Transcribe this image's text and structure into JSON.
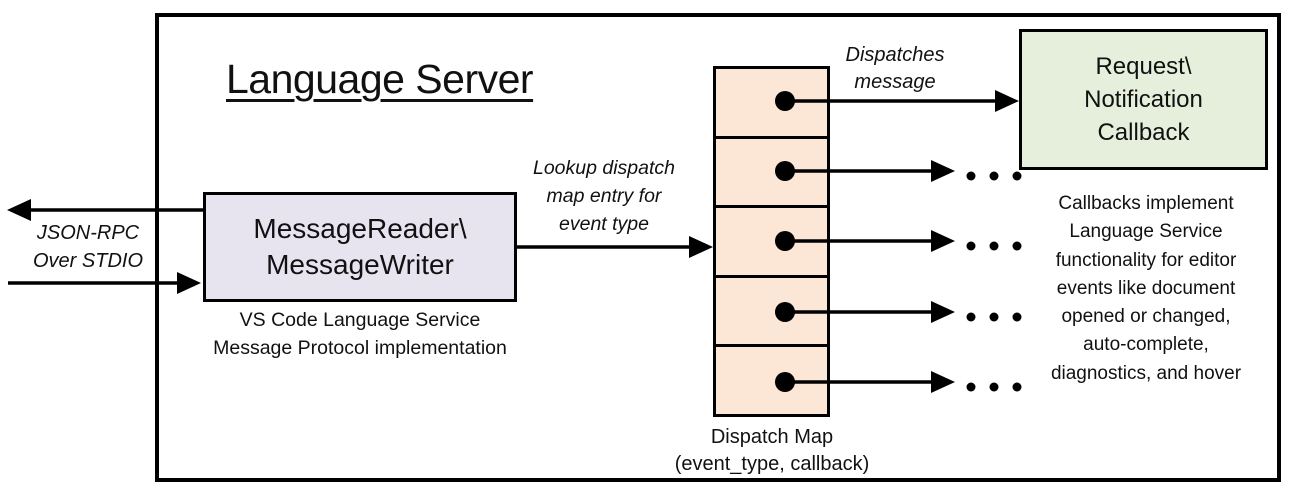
{
  "diagram": {
    "title": "Language Server",
    "io_label": "JSON-RPC\nOver STDIO",
    "message_box_label": "MessageReader\\\nMessageWriter",
    "message_box_caption": "VS Code Language Service\nMessage Protocol implementation",
    "lookup_label": "Lookup dispatch\nmap entry for\nevent type",
    "dispatches_label": "Dispatches\nmessage",
    "callback_box_label": "Request\\\nNotification\nCallback",
    "callbacks_caption": "Callbacks implement\nLanguage Service\nfunctionality for editor\nevents like document\nopened or changed,\nauto-complete,\ndiagnostics, and hover",
    "dispatch_map_caption": "Dispatch Map\n(event_type, callback)",
    "dispatch_map_row_count": 5
  },
  "colors": {
    "ink": "#000000",
    "message_box_fill": "#e7e4f0",
    "dispatch_map_fill": "#fce6d5",
    "callback_box_fill": "#e6efdc"
  }
}
